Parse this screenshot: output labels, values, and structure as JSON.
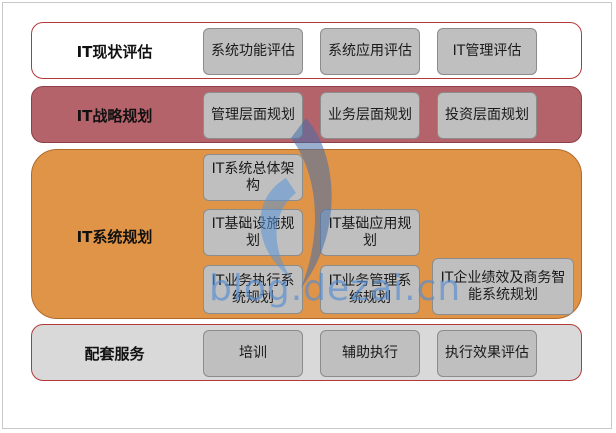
{
  "bands": [
    {
      "label": "IT现状评估",
      "boxes": [
        "系统功能评估",
        "系统应用评估",
        "IT管理评估"
      ]
    },
    {
      "label": "IT战略规划",
      "boxes": [
        "管理层面规划",
        "业务层面规划",
        "投资层面规划"
      ]
    },
    {
      "label": "IT系统规划",
      "boxes": [
        "IT系统总体架构",
        "IT基础设施规划",
        "IT基础应用规划",
        "IT业务执行系统规划",
        "IT业务管理系统规划",
        "IT企业绩效及商务智能系统规划"
      ]
    },
    {
      "label": "配套服务",
      "boxes": [
        "培训",
        "辅助执行",
        "执行效果评估"
      ]
    }
  ],
  "colors": {
    "band_assessment": "#ffffff",
    "band_strategy": "#b5636a",
    "band_system": "#e09448",
    "band_service": "#d9d9d9",
    "box_fill": "#bfbfbf"
  },
  "watermark": "blog.dezai.cn"
}
